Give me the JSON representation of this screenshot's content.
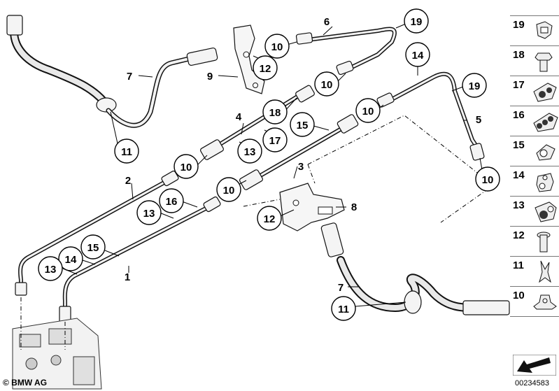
{
  "callouts": [
    {
      "id": "c1",
      "label": "19"
    },
    {
      "id": "c2",
      "label": "10"
    },
    {
      "id": "c3",
      "label": "12"
    },
    {
      "id": "c4",
      "label": "10"
    },
    {
      "id": "c5",
      "label": "14"
    },
    {
      "id": "c6",
      "label": "19"
    },
    {
      "id": "c7",
      "label": "18"
    },
    {
      "id": "c8",
      "label": "10"
    },
    {
      "id": "c9",
      "label": "15"
    },
    {
      "id": "c10",
      "label": "17"
    },
    {
      "id": "c11",
      "label": "13"
    },
    {
      "id": "c12",
      "label": "10"
    },
    {
      "id": "c13",
      "label": "10"
    },
    {
      "id": "c14",
      "label": "10"
    },
    {
      "id": "c15",
      "label": "16"
    },
    {
      "id": "c16",
      "label": "13"
    },
    {
      "id": "c17",
      "label": "12"
    },
    {
      "id": "c18",
      "label": "15"
    },
    {
      "id": "c19",
      "label": "14"
    },
    {
      "id": "c20",
      "label": "13"
    },
    {
      "id": "c21",
      "label": "11"
    },
    {
      "id": "c22",
      "label": "11"
    }
  ],
  "plain_labels": [
    {
      "id": "p6",
      "label": "6"
    },
    {
      "id": "p7a",
      "label": "7"
    },
    {
      "id": "p9",
      "label": "9"
    },
    {
      "id": "p4",
      "label": "4"
    },
    {
      "id": "p5",
      "label": "5"
    },
    {
      "id": "p3",
      "label": "3"
    },
    {
      "id": "p2",
      "label": "2"
    },
    {
      "id": "p8",
      "label": "8"
    },
    {
      "id": "p1",
      "label": "1"
    },
    {
      "id": "p7b",
      "label": "7"
    }
  ],
  "legend": [
    {
      "number": "19",
      "icon": "pipe-clip-icon"
    },
    {
      "number": "18",
      "icon": "hex-bolt-icon"
    },
    {
      "number": "17",
      "icon": "double-pipe-holder-icon"
    },
    {
      "number": "16",
      "icon": "triple-pipe-holder-icon"
    },
    {
      "number": "15",
      "icon": "pipe-holder-icon"
    },
    {
      "number": "14",
      "icon": "pipe-clamp-icon"
    },
    {
      "number": "13",
      "icon": "pipe-clamp-screw-icon"
    },
    {
      "number": "12",
      "icon": "bolt-icon"
    },
    {
      "number": "11",
      "icon": "spring-clip-icon"
    },
    {
      "number": "10",
      "icon": "retaining-bracket-icon"
    }
  ],
  "footer": {
    "copyright": "© BMW AG",
    "drawing_id": "00234583"
  }
}
